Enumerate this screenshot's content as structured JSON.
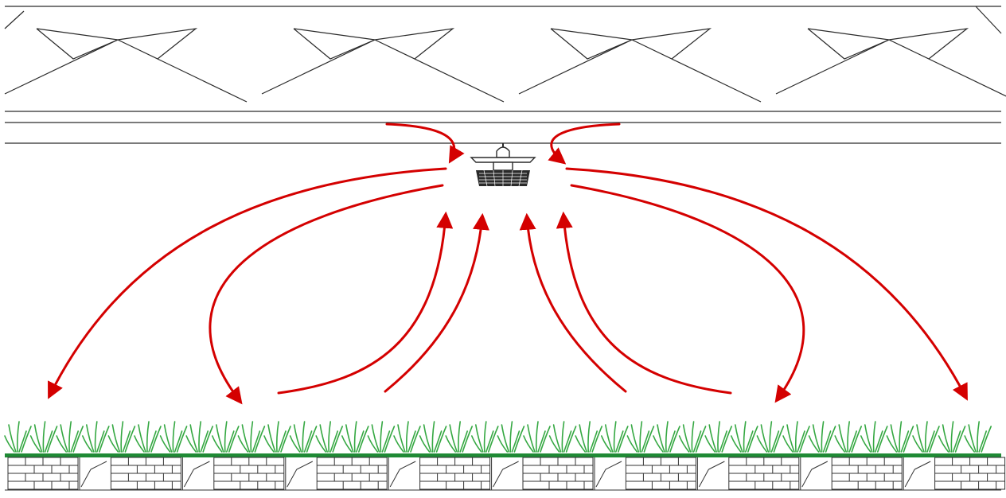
{
  "diagram": {
    "subject": "greenhouse-fan-airflow",
    "colors": {
      "line": "#2a2a2a",
      "arrow": "#d40000",
      "grass": "#35a842",
      "ground": "#1f8a35",
      "brick": "#333333"
    },
    "truss_count": 4,
    "brick_block_count": 10,
    "grass_tuft_count": 38,
    "fan_icon": "ceiling-fan-icon",
    "airflow_arrows": [
      {
        "name": "intake-arrow-left",
        "direction": "down-to-fan"
      },
      {
        "name": "intake-arrow-right",
        "direction": "down-to-fan"
      },
      {
        "name": "outflow-arrow-far-left",
        "direction": "fan-to-floor"
      },
      {
        "name": "outflow-arrow-left",
        "direction": "fan-to-floor"
      },
      {
        "name": "return-arrow-left-outer",
        "direction": "floor-to-fan"
      },
      {
        "name": "return-arrow-left-inner",
        "direction": "floor-to-fan"
      },
      {
        "name": "return-arrow-right-inner",
        "direction": "floor-to-fan"
      },
      {
        "name": "return-arrow-right-outer",
        "direction": "floor-to-fan"
      },
      {
        "name": "outflow-arrow-right",
        "direction": "fan-to-floor"
      },
      {
        "name": "outflow-arrow-far-right",
        "direction": "fan-to-floor"
      }
    ]
  }
}
